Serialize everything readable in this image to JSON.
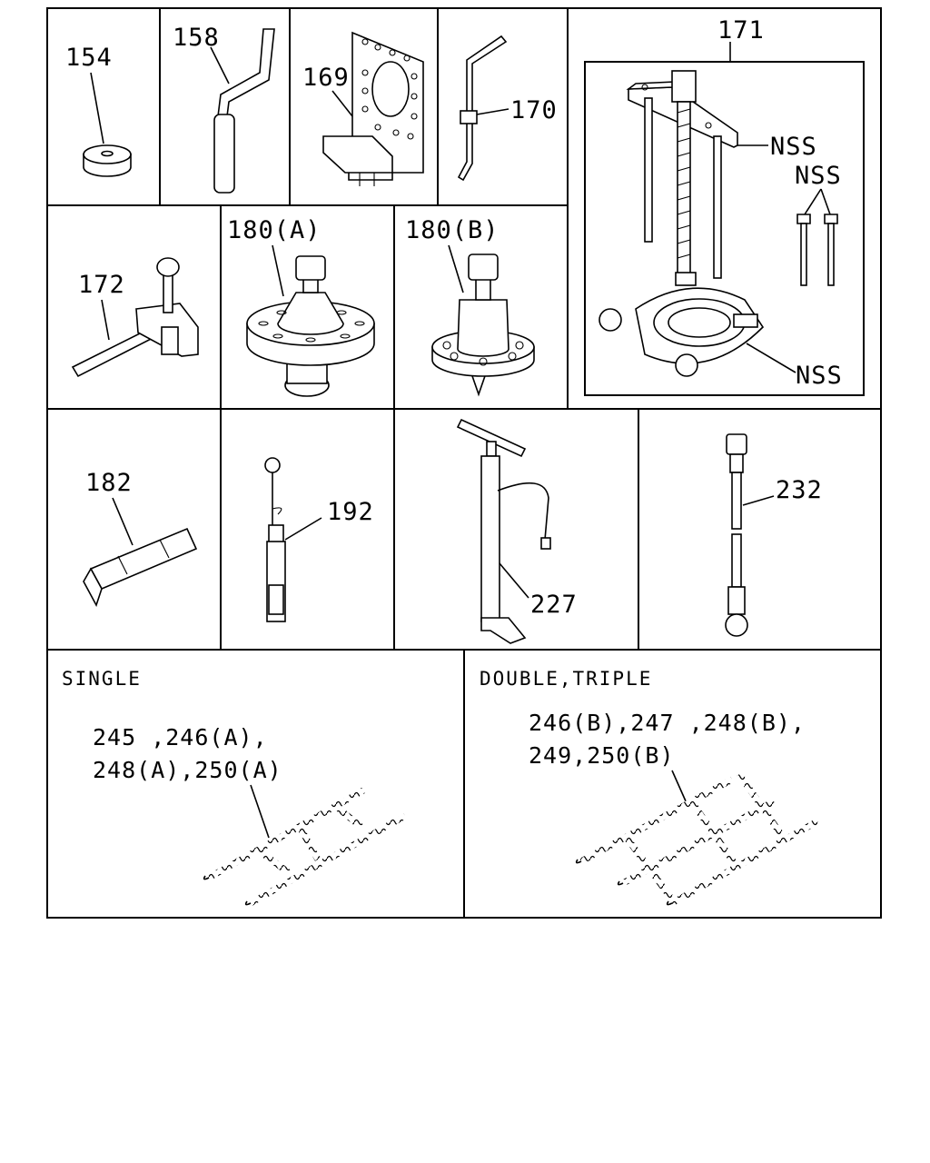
{
  "labels": {
    "p154": "154",
    "p158": "158",
    "p169": "169",
    "p170": "170",
    "p171": "171",
    "nss1": "NSS",
    "nss2": "NSS",
    "nss3": "NSS",
    "p172": "172",
    "p180a": "180(A)",
    "p180b": "180(B)",
    "p182": "182",
    "p192": "192",
    "p227": "227",
    "p232": "232"
  },
  "chains": {
    "single": {
      "header": "SINGLE",
      "line1": "245 ,246(A),",
      "line2": "248(A),250(A)"
    },
    "double": {
      "header": "DOUBLE,TRIPLE",
      "line1": "246(B),247 ,248(B),",
      "line2": "249,250(B)"
    }
  }
}
